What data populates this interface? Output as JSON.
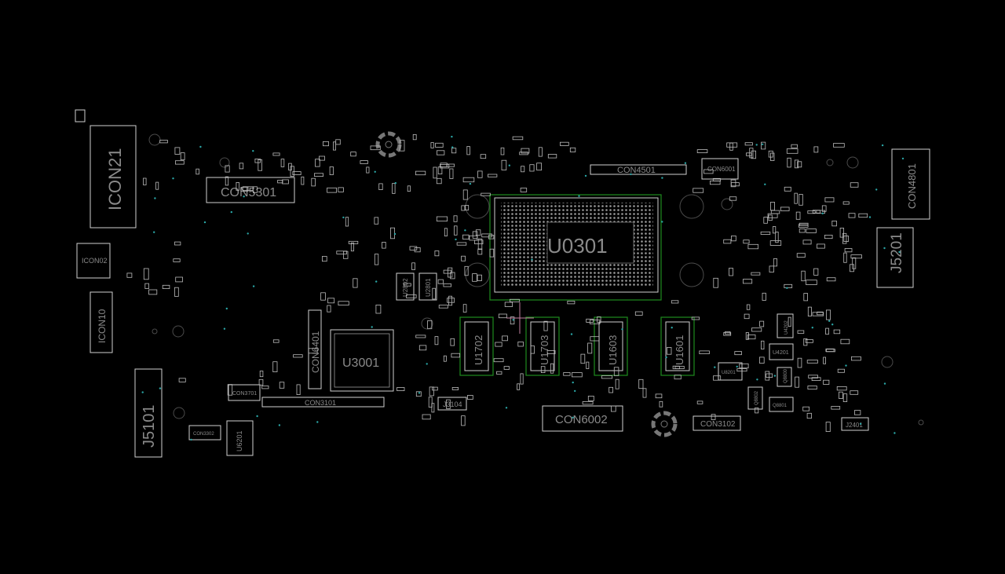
{
  "diagram": {
    "background": "#000000",
    "outline_color": "#cfcfcf",
    "label_color": "#8a8a8a",
    "highlight_color": "#1e8c1e",
    "via_color": "#2aa6a6"
  },
  "labels": {
    "icon21": "ICON21",
    "con5301": "CON5301",
    "icon02": "ICON02",
    "icon10": "ICON10",
    "j5101": "J5101",
    "con3701": "CON3701",
    "con3302": "CON3302",
    "u6201": "U6201",
    "con3101": "CON3101",
    "con6401": "CON6401",
    "u3001": "U3001",
    "u2802": "U2802",
    "u2801": "U2801",
    "u0301": "U0301",
    "con4501": "CON4501",
    "con6001": "CON6001",
    "con4801": "CON4801",
    "j5201": "J5201",
    "u1702": "U1702",
    "u1703": "U1703",
    "u1603": "U1603",
    "u1601": "U1601",
    "j3104": "J3104",
    "con6002": "CON6002",
    "con3102": "CON3102",
    "u4202": "U4202",
    "u4201": "U4201",
    "u8201": "U8201",
    "q8802": "Q8802",
    "q8801": "Q8801",
    "q8800": "Q8800",
    "j2401": "J2401"
  }
}
